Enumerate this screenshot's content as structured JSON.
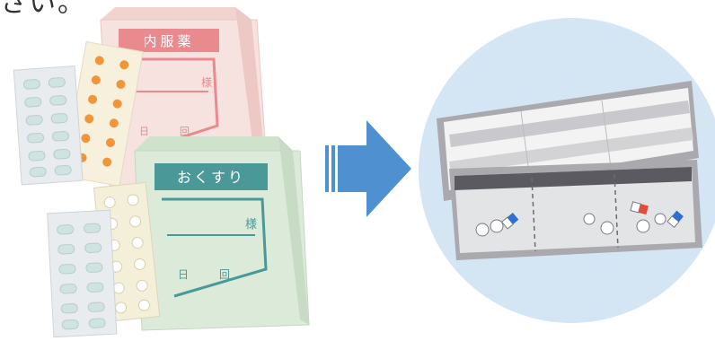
{
  "top_text": "さい。",
  "bag_back": {
    "label": "内服薬",
    "name_suffix": "様",
    "day_label": "日",
    "times_label": "回"
  },
  "bag_front": {
    "label": "おくすり",
    "name_suffix": "様",
    "day_label": "日",
    "times_label": "回"
  },
  "colors": {
    "bag_back": "#f6e2df",
    "bag_back_accent": "#e98a8e",
    "bag_front": "#dcebd9",
    "bag_front_accent": "#4a9898",
    "arrow": "#4e90d0",
    "circle": "#d4e5f4",
    "tray_frame": "#a9a9ae",
    "tray_body": "#e3e4e6",
    "pill_orange": "#f0953a",
    "capsule_red": "#e24c3a",
    "capsule_blue": "#2f6fd1"
  },
  "icons": [
    "medicine-bag-icon",
    "blister-pack-icon",
    "arrow-right-icon",
    "medication-tray-icon",
    "pill-icon",
    "capsule-icon"
  ]
}
